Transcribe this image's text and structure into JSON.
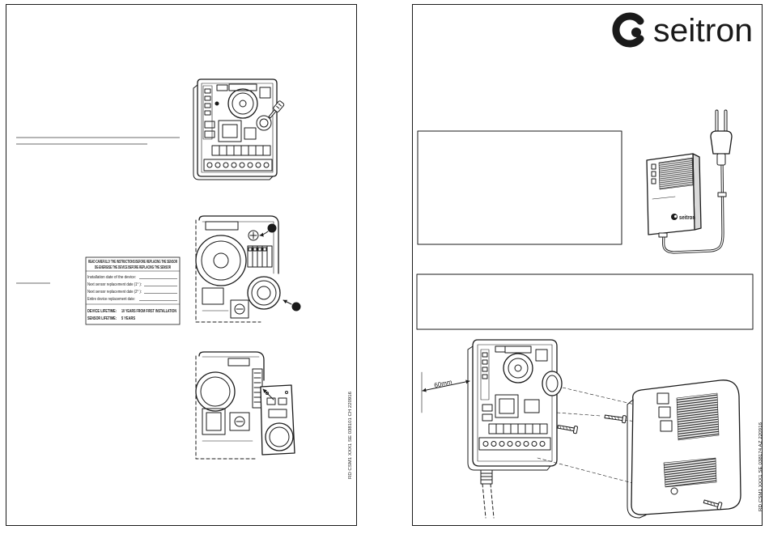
{
  "document": {
    "left_page": {
      "side_code": "RD CSM1 XXX1 SE 038101 CH 220916",
      "sensor_label": {
        "warning_1": "READ CAREFULLY THE INSTRUCTIONS BEFORE REPLACING THE SENSOR",
        "warning_2": "DE-ENERGISE THE DEVICE BEFORE REPLACING THE SENSOR",
        "installation_date": "Installation date of the device:",
        "next_replacement_1": "Next sensor replacement date (1° ):",
        "next_replacement_2": "Next sensor replacement date (2° ):",
        "entire_replacement": "Entire device replacement date:",
        "device_lifetime_label": "DEVICE LIFETIME:",
        "device_lifetime_value": "10 YEARS FROM FIRST INSTALLATION",
        "sensor_lifetime_label": "SENSOR LIFETIME:",
        "sensor_lifetime_value": "5 YEARS"
      }
    },
    "right_page": {
      "brand": "seitron",
      "mounting_distance": "60mm",
      "side_code": "RD CSM1 XXX1 SE 038174 AZ 220916"
    }
  },
  "icons": [
    "brand-logo-icon",
    "screwdriver-icon",
    "screw-icon",
    "power-plug-icon",
    "arrow-icon"
  ],
  "colors": {
    "ink": "#1a1a1a",
    "rule": "#6b6b6b",
    "paper": "#ffffff"
  }
}
